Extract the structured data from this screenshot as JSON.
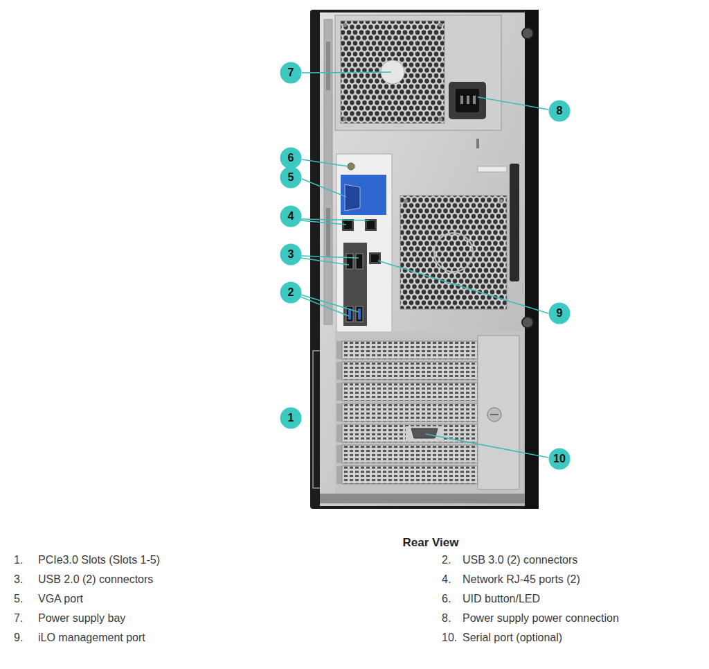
{
  "diagram": {
    "title": "Rear View",
    "nodes": [
      {
        "text": [
          "7"
        ]
      },
      {
        "text": [
          "8"
        ]
      },
      {
        "text": [
          "6"
        ]
      },
      {
        "text": [
          "5"
        ]
      },
      {
        "text": [
          "4"
        ]
      },
      {
        "text": [
          "3"
        ]
      },
      {
        "text": [
          "2"
        ]
      },
      {
        "text": [
          "9"
        ]
      },
      {
        "text": [
          "1"
        ]
      },
      {
        "text": [
          "10"
        ]
      }
    ],
    "labels": [
      "1.",
      "PCIe3.0 Slots (Slots 1-5)",
      "2.",
      "USB 3.0 (2) connectors",
      "3.",
      "USB 2.0 (2) connectors",
      "4.",
      "Network RJ-45 ports (2)",
      "5.",
      "VGA port",
      "6.",
      "UID button/LED",
      "7.",
      "Power supply bay",
      "8.",
      "Power supply power connection",
      "9.",
      "iLO management port",
      "10.",
      "Serial port (optional)"
    ]
  }
}
